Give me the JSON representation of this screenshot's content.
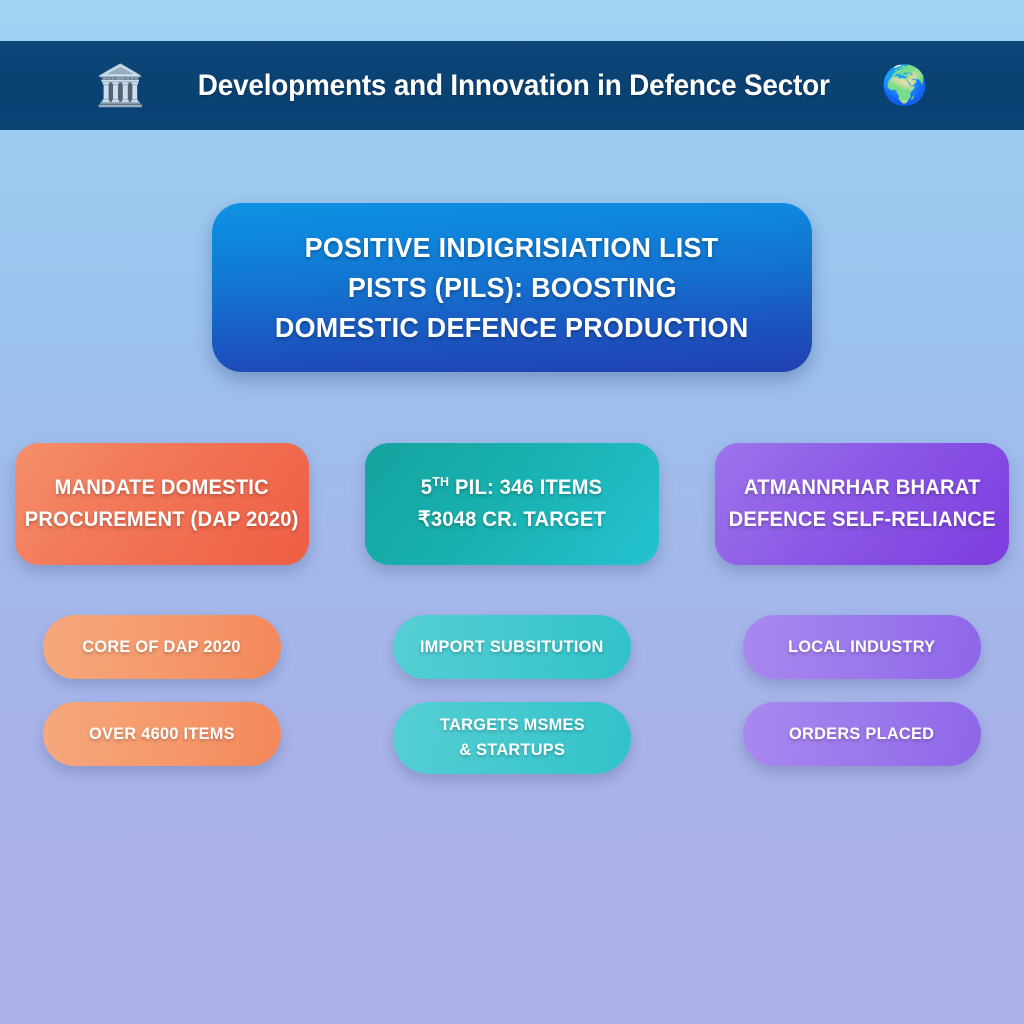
{
  "header": {
    "title": "Developments and Innovation in Defence Sector",
    "left_icon": "bank-building-icon",
    "left_icon_glyph": "🏛️",
    "right_icon": "globe-icon",
    "right_icon_glyph": "🌍",
    "background_color": "#0C4477"
  },
  "title_card": {
    "lines": [
      "POSITIVE INDIGRISIATION LIST",
      "PISTS (PILS): BOOSTING",
      "DOMESTIC DEFENCE PRODUCTION"
    ],
    "gradient_from": "#1092E2",
    "gradient_to": "#2040B2"
  },
  "columns": [
    {
      "id": "mandate-domestic-procurement",
      "accent": "#EE5D44",
      "gradient_from": "#F4906C",
      "gradient_to": "#EE5D44",
      "card_lines": [
        "MANDATE DOMESTIC",
        "PROCUREMENT (DAP 2020)"
      ],
      "pills": [
        {
          "id": "core-of-dap-2020",
          "lines": [
            "CORE OF DAP 2020"
          ]
        },
        {
          "id": "over-4600-items",
          "lines": [
            "OVER 4600 ITEMS"
          ]
        }
      ]
    },
    {
      "id": "fifth-pil-346-items",
      "accent": "#24C3D1",
      "gradient_from": "#14A39F",
      "gradient_to": "#24C3D1",
      "card_lines_html": [
        "5<sup>TH</sup> PIL: 346 ITEMS",
        "₹3048 CR. TARGET"
      ],
      "card_lines": [
        "5TH PIL: 346 ITEMS",
        "₹3048 CR. TARGET"
      ],
      "pil_number": 5,
      "item_count": 346,
      "target_value": "₹3048 CR.",
      "pills": [
        {
          "id": "import-subsitution",
          "lines": [
            "IMPORT SUBSITUTION"
          ]
        },
        {
          "id": "targets-msmes-startups",
          "lines": [
            "TARGETS MSMES",
            "& STARTUPS"
          ]
        }
      ]
    },
    {
      "id": "atmannrhar-bharat",
      "accent": "#7C3DDF",
      "gradient_from": "#9D74EC",
      "gradient_to": "#7C3DDF",
      "card_lines": [
        "ATMANNRHAR BHARAT",
        "DEFENCE SELF-RELIANCE"
      ],
      "pills": [
        {
          "id": "local-industry",
          "lines": [
            "LOCAL INDUSTRY"
          ]
        },
        {
          "id": "orders-placed",
          "lines": [
            "ORDERS PLACED"
          ]
        }
      ]
    }
  ],
  "background": {
    "gradient_from": "#9FD4F2",
    "gradient_to": "#ACB0E8"
  }
}
